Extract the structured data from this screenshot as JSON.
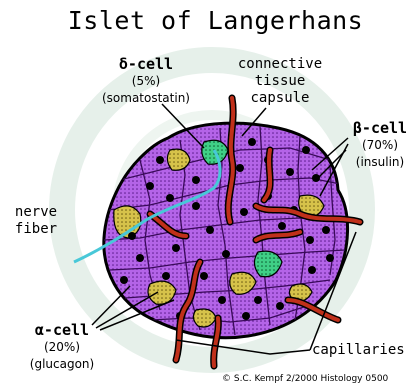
{
  "title": "Islet of Langerhans",
  "labels": {
    "delta": {
      "name": "δ-cell",
      "percent": "(5%)",
      "hormone": "(somatostatin)"
    },
    "beta": {
      "name": "β-cell",
      "percent": "(70%)",
      "hormone": "(insulin)"
    },
    "alpha": {
      "name": "α-cell",
      "percent": "(20%)",
      "hormone": "(glucagon)"
    },
    "capsule": [
      "connective",
      "tissue",
      "capsule"
    ],
    "nerve": [
      "nerve",
      "fiber"
    ],
    "capillaries": "capillaries"
  },
  "credit": "© S.C. Kempf  2/2000  Histology 0500",
  "colors": {
    "beta_cell": "#9a3fd2",
    "alpha_cell": "#c6b43a",
    "delta_cell": "#2fbf72",
    "capillary": "#c0301a",
    "nerve": "#48c8d8",
    "nucleus": "#000000"
  }
}
